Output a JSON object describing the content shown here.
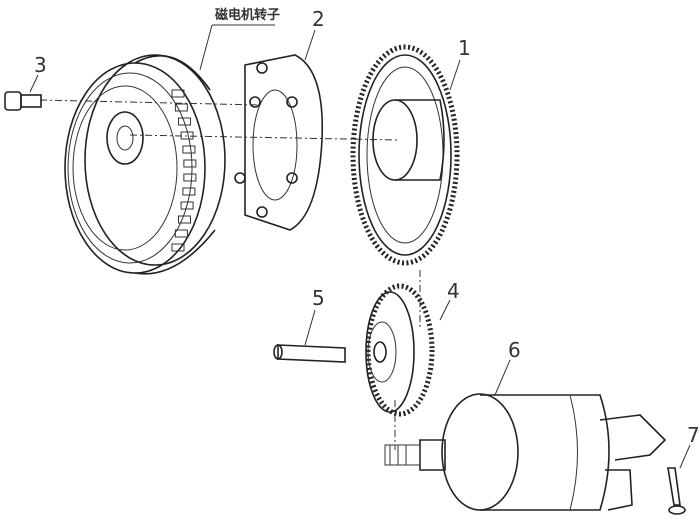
{
  "title": "磁电机转子",
  "callouts": [
    {
      "number": "1",
      "part": "starter-driven-gear"
    },
    {
      "number": "2",
      "part": "one-way-clutch-plate"
    },
    {
      "number": "3",
      "part": "bolt"
    },
    {
      "number": "4",
      "part": "idler-gear"
    },
    {
      "number": "5",
      "part": "idler-shaft"
    },
    {
      "number": "6",
      "part": "starter-motor"
    },
    {
      "number": "7",
      "part": "motor-bolt"
    }
  ]
}
